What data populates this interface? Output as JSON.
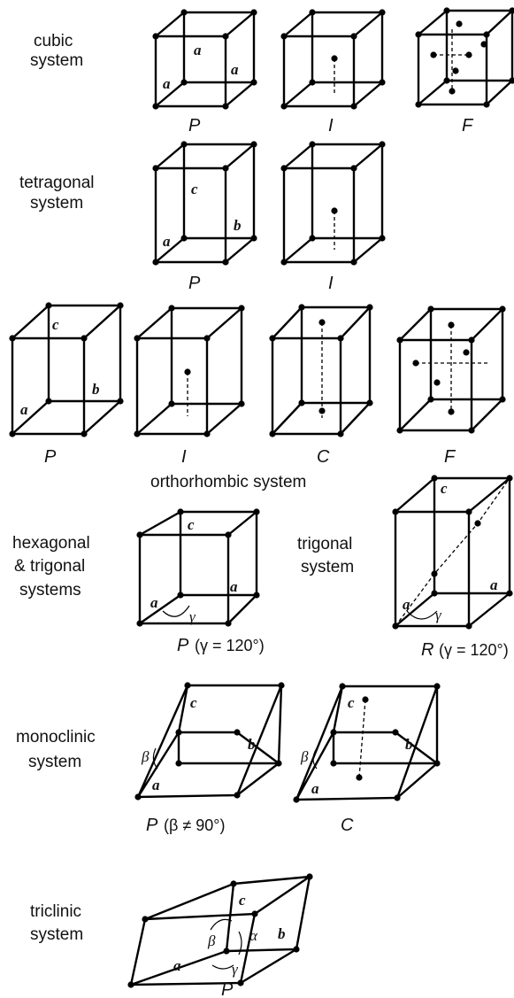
{
  "systems": {
    "cubic": [
      "cubic",
      "system"
    ],
    "tetragonal": [
      "tetragonal",
      "system"
    ],
    "orthorhombic": "orthorhombic system",
    "hexagonal": [
      "hexagonal",
      "& trigonal",
      "systems"
    ],
    "trigonal": [
      "trigonal",
      "system"
    ],
    "monoclinic": [
      "monoclinic",
      "system"
    ],
    "triclinic": [
      "triclinic",
      "system"
    ]
  },
  "lattice_types": {
    "P": "P",
    "I": "I",
    "F": "F",
    "C": "C",
    "R": "R"
  },
  "axes": {
    "a": "a",
    "b": "b",
    "c": "c",
    "alpha": "α",
    "beta": "β",
    "gamma": "γ"
  },
  "conditions": {
    "hex": "(γ = 120°)",
    "trig": "(γ = 120°)",
    "mono": "(β ≠ 90°)"
  }
}
